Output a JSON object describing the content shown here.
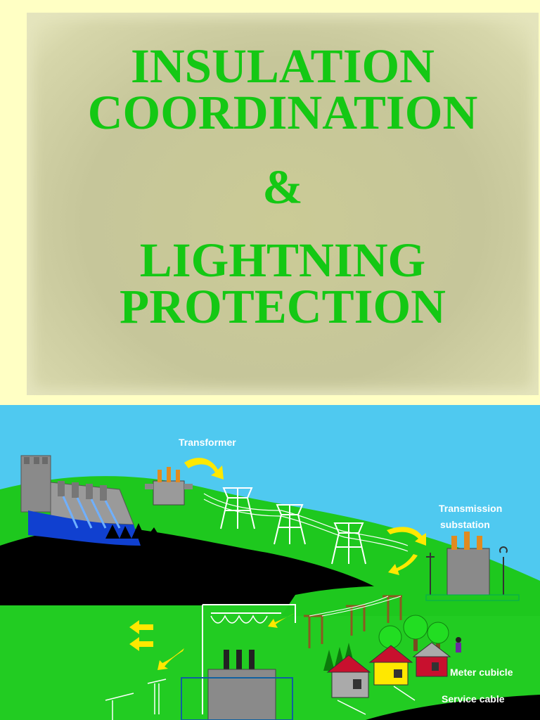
{
  "title": {
    "line1": "INSULATION",
    "line2": "COORDINATION",
    "ampersand": "&",
    "line3": "LIGHTNING",
    "line4": "PROTECTION",
    "color": "#14c814"
  },
  "diagram": {
    "labels": {
      "transformer": "Transformer",
      "transmission_line1": "Transmission",
      "transmission_line2": "substation",
      "meter_cubicle": "Meter cubicle",
      "service_cable": "Service cable"
    },
    "colors": {
      "sky": "#4fc9f0",
      "grass": "#1ec81e",
      "hill_dark": "#000000",
      "arrow": "#ffe800",
      "water": "#1040d0"
    }
  }
}
